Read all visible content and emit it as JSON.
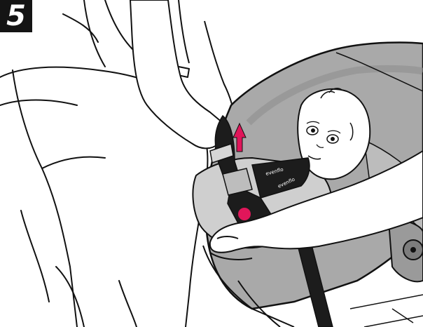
{
  "step": {
    "number": "5"
  },
  "illustration": {
    "description_visible_text": [
      "evenflo",
      "evenflo"
    ],
    "indicators": [
      {
        "name": "pull-up-arrow-icon"
      },
      {
        "name": "press-point-dot-icon"
      }
    ]
  },
  "colors": {
    "ink": "#111111",
    "seat_shell": "#a9a9a9",
    "seat_shadow": "#8f8f8f",
    "harness": "#1c1c1c",
    "accent": "#e0165a",
    "badge_bg": "#141414",
    "badge_fg": "#ffffff"
  }
}
